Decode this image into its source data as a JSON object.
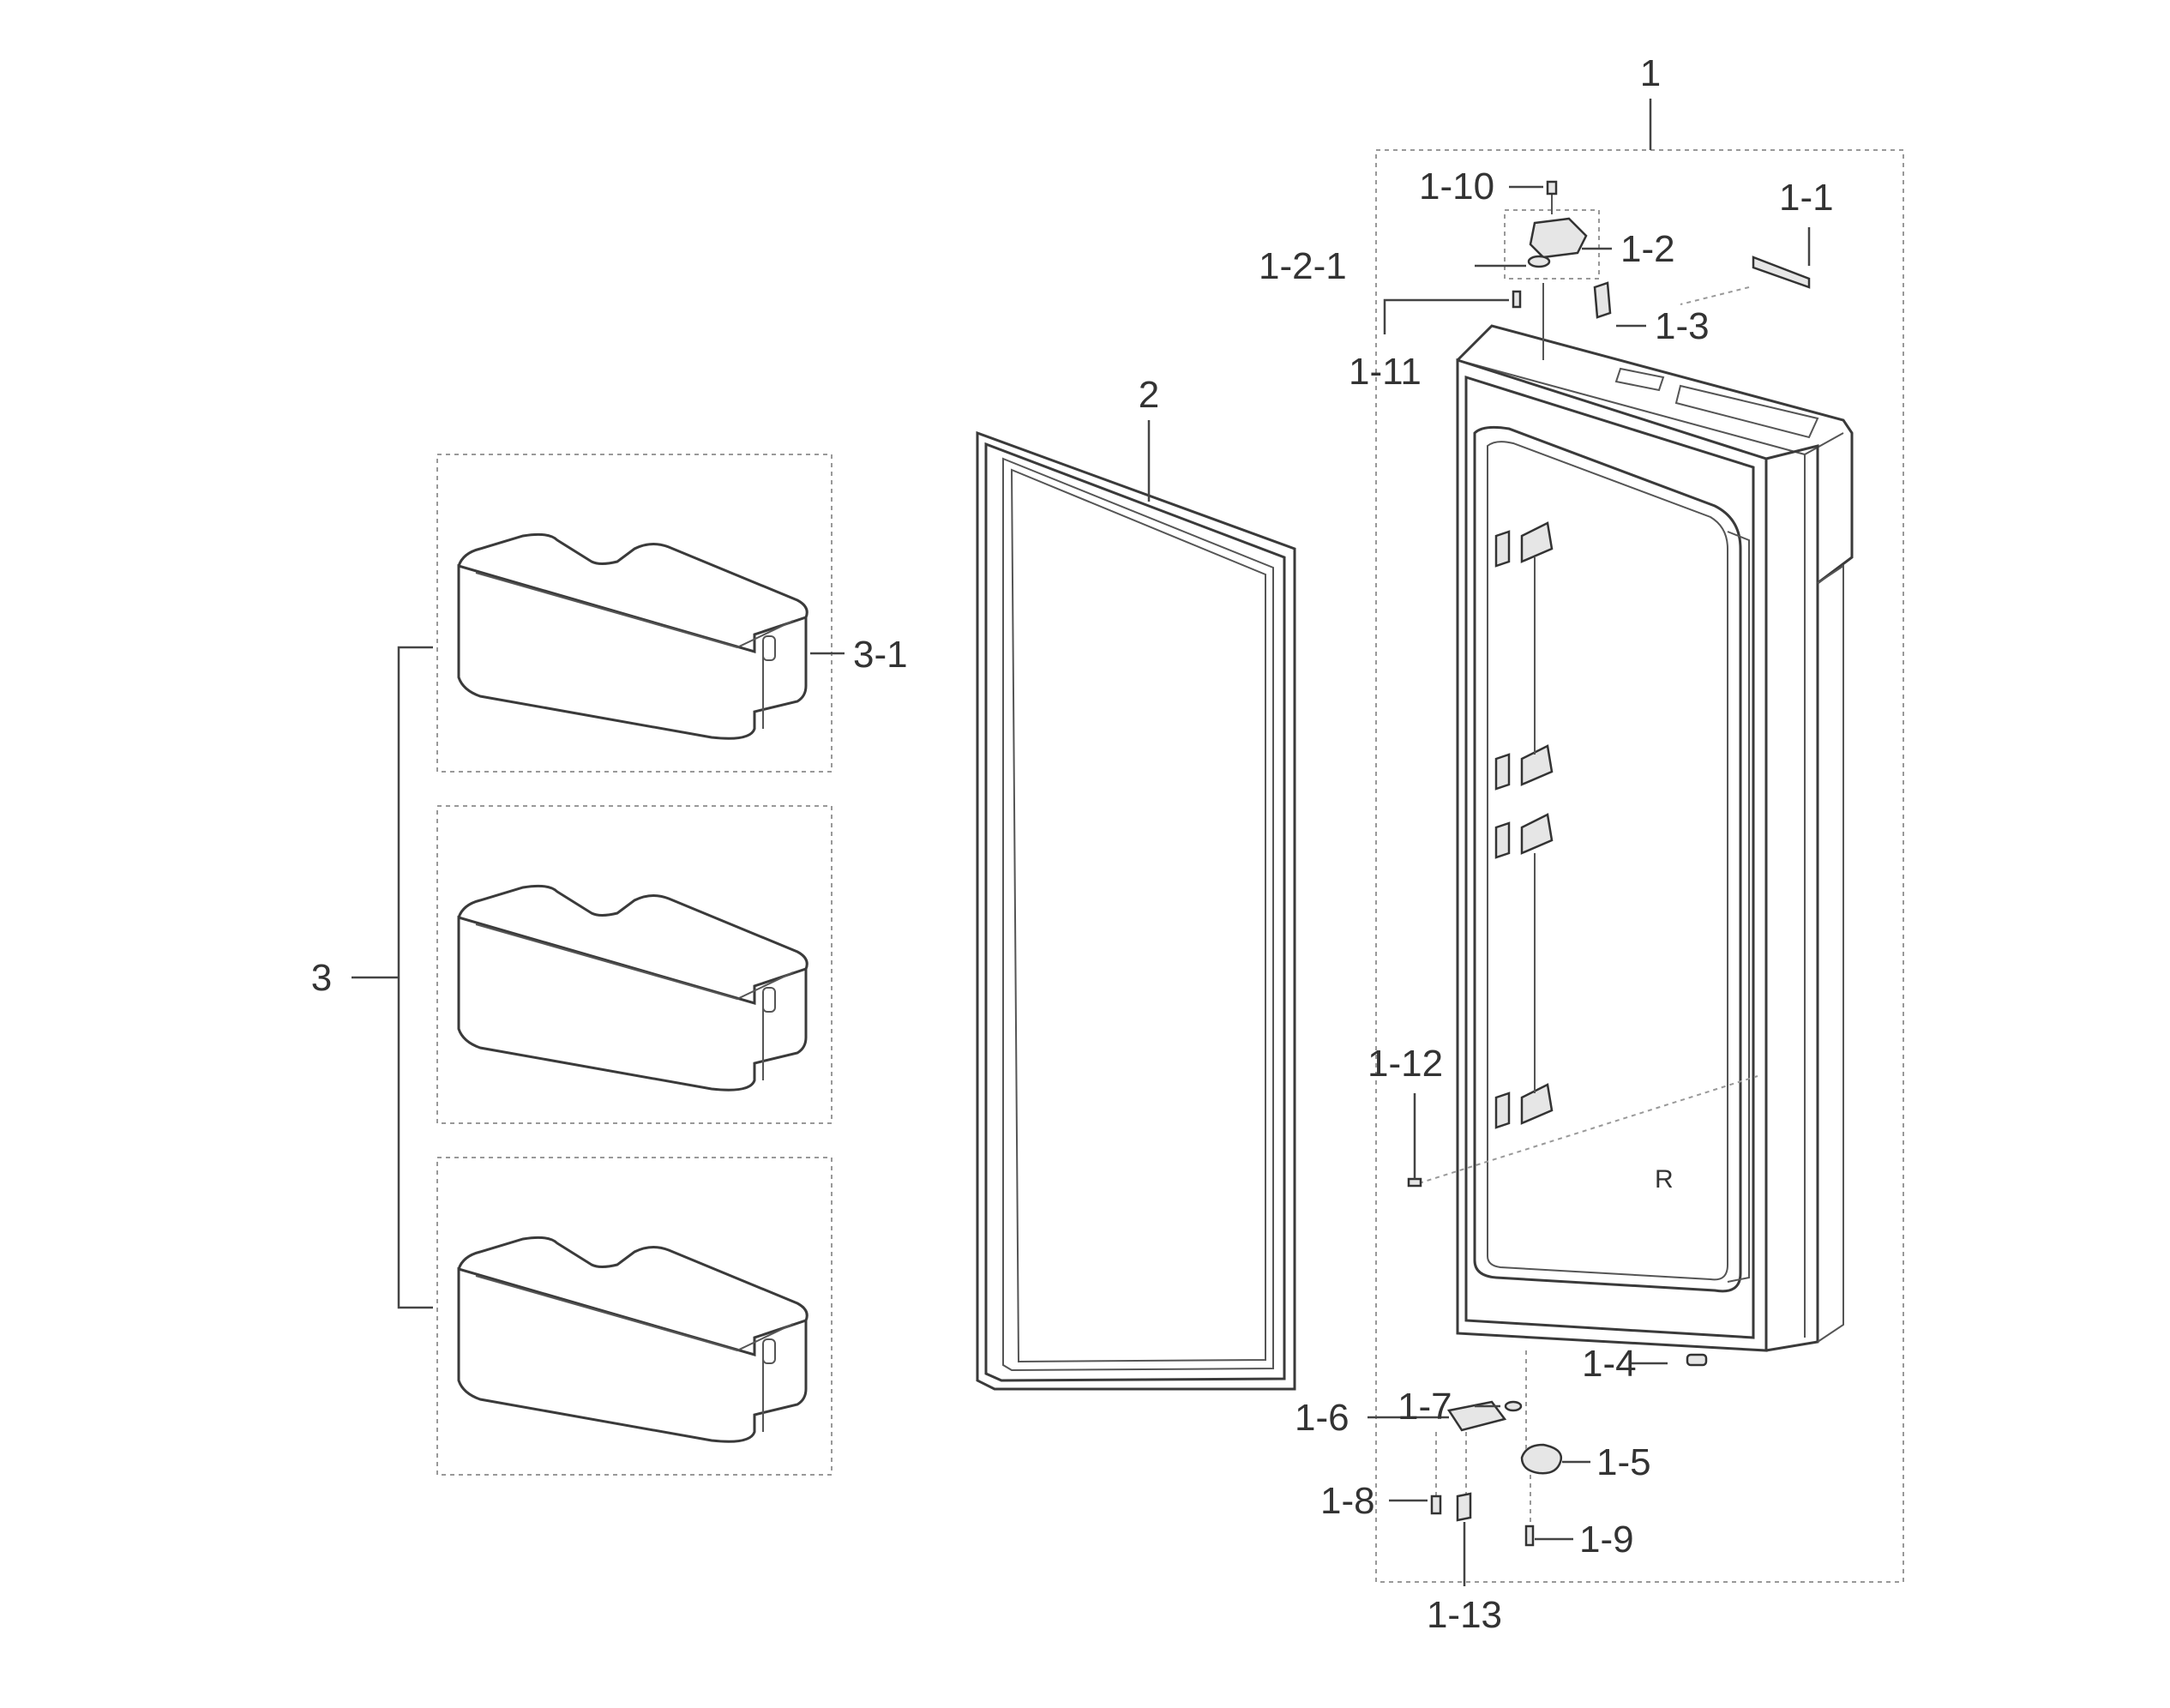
{
  "labels": {
    "l1": "1",
    "l1_1": "1-1",
    "l1_2": "1-2",
    "l1_2_1": "1-2-1",
    "l1_3": "1-3",
    "l1_4": "1-4",
    "l1_5": "1-5",
    "l1_6": "1-6",
    "l1_7": "1-7",
    "l1_8": "1-8",
    "l1_9": "1-9",
    "l1_10": "1-10",
    "l1_11": "1-11",
    "l1_12": "1-12",
    "l1_13": "1-13",
    "l2": "2",
    "l3": "3",
    "l3_1": "3-1",
    "door_mark": "R"
  },
  "parts": {
    "door_assembly": "door-assembly",
    "gasket": "door-gasket",
    "door_bins": [
      "door-bin-top",
      "door-bin-middle",
      "door-bin-bottom"
    ]
  }
}
